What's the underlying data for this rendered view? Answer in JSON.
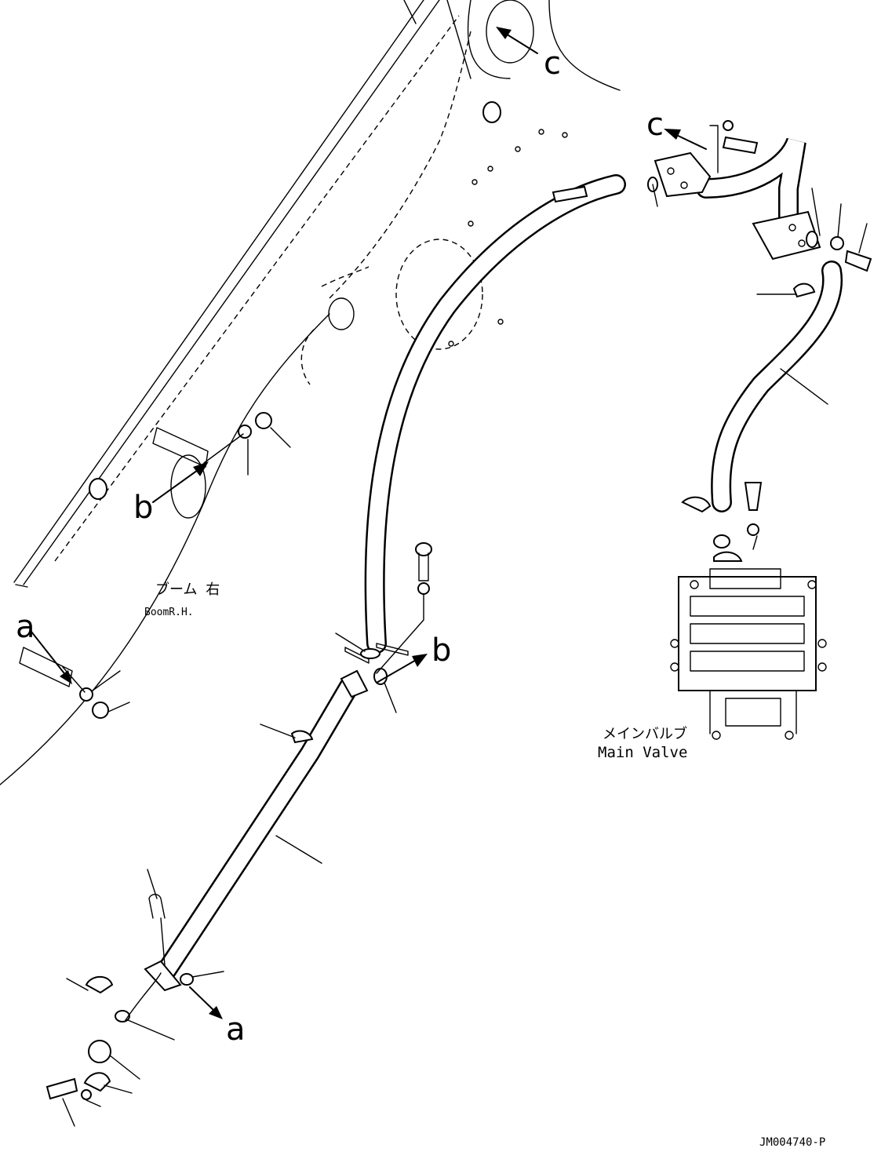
{
  "labels": {
    "boom_jp": "ブーム 右",
    "boom_en": "BoomR.H.",
    "valve_jp": "メインバルブ",
    "valve_en": "Main Valve",
    "drawing_id": "JM004740-P"
  },
  "refs": {
    "a_top": "a",
    "a_bottom": "a",
    "b_left": "b",
    "b_right": "b",
    "c_top": "c",
    "c_right": "c"
  }
}
